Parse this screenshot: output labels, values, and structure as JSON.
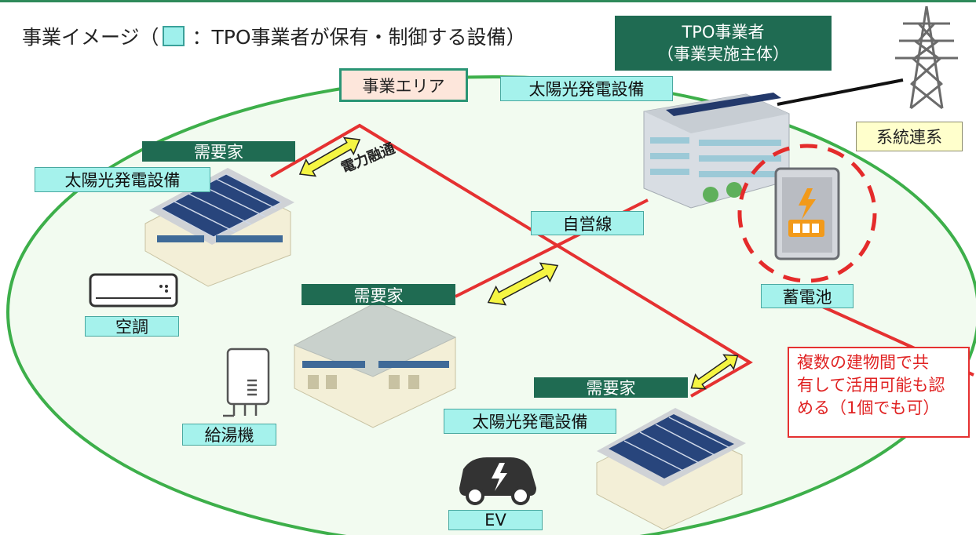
{
  "title": {
    "prefix": "事業イメージ（",
    "suffix": "：TPO事業者が保有・制御する設備）"
  },
  "colors": {
    "owned_fill": "#a5f2ec",
    "operator_fill": "#1f6b52",
    "line_red": "#e53131",
    "area_border": "#2a9575",
    "arrow_yellow": "#f5f543"
  },
  "operator": {
    "line1": "TPO事業者",
    "line2": "（事業実施主体）"
  },
  "area_label": "事業エリア",
  "grid_label": "系統連系",
  "solar_labels": [
    "太陽光発電設備",
    "太陽光発電設備",
    "太陽光発電設備"
  ],
  "consumer_labels": [
    "需要家",
    "需要家",
    "需要家"
  ],
  "private_line": "自営線",
  "power_sharing": "電力融通",
  "battery": "蓄電池",
  "aircon": "空調",
  "water_heater": "給湯機",
  "ev": "EV",
  "note": [
    "複数の建物間で共",
    "有して活用可能も認",
    "める（1個でも可）"
  ]
}
